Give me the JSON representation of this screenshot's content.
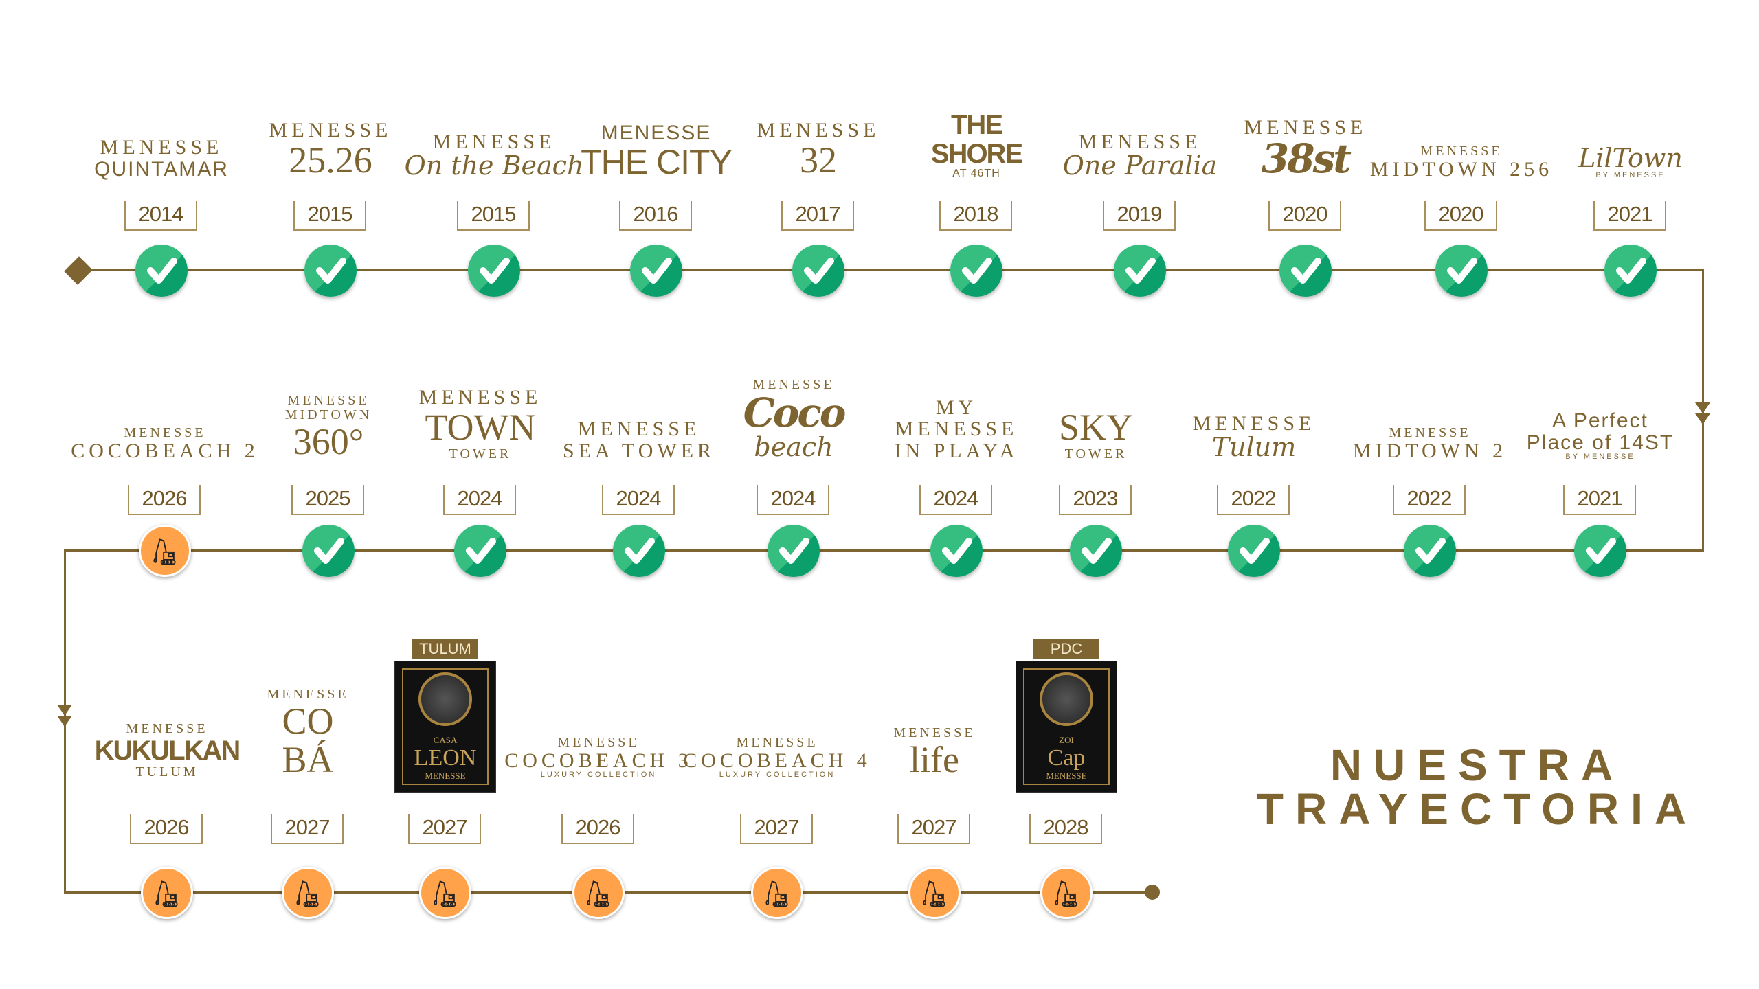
{
  "title": [
    "NUESTRA",
    "TRAYECTORIA"
  ],
  "colors": {
    "gold": "#7d6430",
    "done": "#36bd80",
    "in_progress": "#ffa24a"
  },
  "icons": {
    "done": "check-icon",
    "in_progress": "excavator-icon"
  },
  "rows": [
    [
      {
        "year": "2014",
        "status": "done",
        "logo": [
          {
            "t": "MENESSE",
            "s": "s-serif"
          },
          {
            "t": "QUINTAMAR",
            "s": "s-sans"
          }
        ]
      },
      {
        "year": "2015",
        "status": "done",
        "logo": [
          {
            "t": "MENESSE",
            "s": "s-serif"
          },
          {
            "t": "25.26",
            "s": "s-serif-big"
          }
        ]
      },
      {
        "year": "2015",
        "status": "done",
        "logo": [
          {
            "t": "MENESSE",
            "s": "s-serif"
          },
          {
            "t": "On the Beach",
            "s": "s-script"
          }
        ]
      },
      {
        "year": "2016",
        "status": "done",
        "logo": [
          {
            "t": "MENESSE",
            "s": "s-sans"
          },
          {
            "t": "THE CITY",
            "s": "s-sans-big"
          }
        ]
      },
      {
        "year": "2017",
        "status": "done",
        "logo": [
          {
            "t": "MENESSE",
            "s": "s-serif"
          },
          {
            "t": "32",
            "s": "s-serif-big"
          }
        ]
      },
      {
        "year": "2018",
        "status": "done",
        "logo": [
          {
            "t": "THE",
            "s": "s-sans-bold"
          },
          {
            "t": "SHORE",
            "s": "s-sans-bold"
          },
          {
            "t": "AT 46TH",
            "s": "s-sans-sm"
          }
        ]
      },
      {
        "year": "2019",
        "status": "done",
        "logo": [
          {
            "t": "MENESSE",
            "s": "s-serif"
          },
          {
            "t": "One Paralia",
            "s": "s-script"
          }
        ]
      },
      {
        "year": "2020",
        "status": "done",
        "logo": [
          {
            "t": "MENESSE",
            "s": "s-serif"
          },
          {
            "t": "38st",
            "s": "s-script-big"
          }
        ]
      },
      {
        "year": "2020",
        "status": "done",
        "logo": [
          {
            "t": "MENESSE",
            "s": "s-serif-sm"
          },
          {
            "t": "MIDTOWN 256",
            "s": "s-serif"
          }
        ]
      },
      {
        "year": "2021",
        "status": "done",
        "logo": [
          {
            "t": "LilTown",
            "s": "s-script"
          },
          {
            "t": "BY MENESSE",
            "s": "s-tiny"
          }
        ]
      }
    ],
    [
      {
        "year": "2026",
        "status": "in_progress",
        "logo": [
          {
            "t": "MENESSE",
            "s": "s-serif-sm"
          },
          {
            "t": "COCOBEACH 2",
            "s": "s-serif"
          }
        ]
      },
      {
        "year": "2025",
        "status": "done",
        "logo": [
          {
            "t": "MENESSE",
            "s": "s-serif-sm"
          },
          {
            "t": "MIDTOWN",
            "s": "s-serif-sm"
          },
          {
            "t": "360°",
            "s": "s-serif-big"
          }
        ]
      },
      {
        "year": "2024",
        "status": "done",
        "logo": [
          {
            "t": "MENESSE",
            "s": "s-serif"
          },
          {
            "t": "TOWN",
            "s": "s-serif-big"
          },
          {
            "t": "TOWER",
            "s": "s-serif-sm"
          }
        ]
      },
      {
        "year": "2024",
        "status": "done",
        "logo": [
          {
            "t": "MENESSE",
            "s": "s-serif"
          },
          {
            "t": "SEA TOWER",
            "s": "s-serif"
          }
        ]
      },
      {
        "year": "2024",
        "status": "done",
        "logo": [
          {
            "t": "MENESSE",
            "s": "s-serif-sm"
          },
          {
            "t": "Coco",
            "s": "s-script-big"
          },
          {
            "t": "beach",
            "s": "s-script"
          }
        ]
      },
      {
        "year": "2024",
        "status": "done",
        "logo": [
          {
            "t": "MY",
            "s": "s-serif"
          },
          {
            "t": "MENESSE",
            "s": "s-serif"
          },
          {
            "t": "IN PLAYA",
            "s": "s-serif"
          }
        ]
      },
      {
        "year": "2023",
        "status": "done",
        "logo": [
          {
            "t": "SKY",
            "s": "s-serif-big"
          },
          {
            "t": "TOWER",
            "s": "s-serif-sm"
          }
        ]
      },
      {
        "year": "2022",
        "status": "done",
        "logo": [
          {
            "t": "MENESSE",
            "s": "s-serif"
          },
          {
            "t": "Tulum",
            "s": "s-script"
          }
        ]
      },
      {
        "year": "2022",
        "status": "done",
        "logo": [
          {
            "t": "MENESSE",
            "s": "s-serif-sm"
          },
          {
            "t": "MIDTOWN 2",
            "s": "s-serif"
          }
        ]
      },
      {
        "year": "2021",
        "status": "done",
        "logo": [
          {
            "t": "A Perfect",
            "s": "s-sans"
          },
          {
            "t": "Place of 14ST",
            "s": "s-sans"
          },
          {
            "t": "BY MENESSE",
            "s": "s-tiny"
          }
        ]
      }
    ],
    [
      {
        "year": "2026",
        "status": "in_progress",
        "logo": [
          {
            "t": "MENESSE",
            "s": "s-serif-sm"
          },
          {
            "t": "KUKULKAN",
            "s": "s-sans-bold"
          },
          {
            "t": "TULUM",
            "s": "s-serif-sm"
          }
        ]
      },
      {
        "year": "2027",
        "status": "in_progress",
        "logo": [
          {
            "t": "MENESSE",
            "s": "s-serif-sm"
          },
          {
            "t": "CO",
            "s": "s-serif-big"
          },
          {
            "t": "BÁ",
            "s": "s-serif-big"
          }
        ]
      },
      {
        "year": "2027",
        "status": "in_progress",
        "card": {
          "tag": "TULUM",
          "lines": [
            "CASA",
            "LEON",
            "MENESSE"
          ]
        }
      },
      {
        "year": "2026",
        "status": "in_progress",
        "logo": [
          {
            "t": "MENESSE",
            "s": "s-serif-sm"
          },
          {
            "t": "COCOBEACH 3",
            "s": "s-serif"
          },
          {
            "t": "LUXURY COLLECTION",
            "s": "s-tiny"
          }
        ]
      },
      {
        "year": "2027",
        "status": "in_progress",
        "logo": [
          {
            "t": "MENESSE",
            "s": "s-serif-sm"
          },
          {
            "t": "COCOBEACH 4",
            "s": "s-serif"
          },
          {
            "t": "LUXURY COLLECTION",
            "s": "s-tiny"
          }
        ]
      },
      {
        "year": "2027",
        "status": "in_progress",
        "logo": [
          {
            "t": "MENESSE",
            "s": "s-serif-sm"
          },
          {
            "t": "life",
            "s": "s-serif-big"
          }
        ]
      },
      {
        "year": "2028",
        "status": "in_progress",
        "card": {
          "tag": "PDC",
          "lines": [
            "ZOI",
            "Cap",
            "MENESSE"
          ]
        }
      }
    ]
  ]
}
